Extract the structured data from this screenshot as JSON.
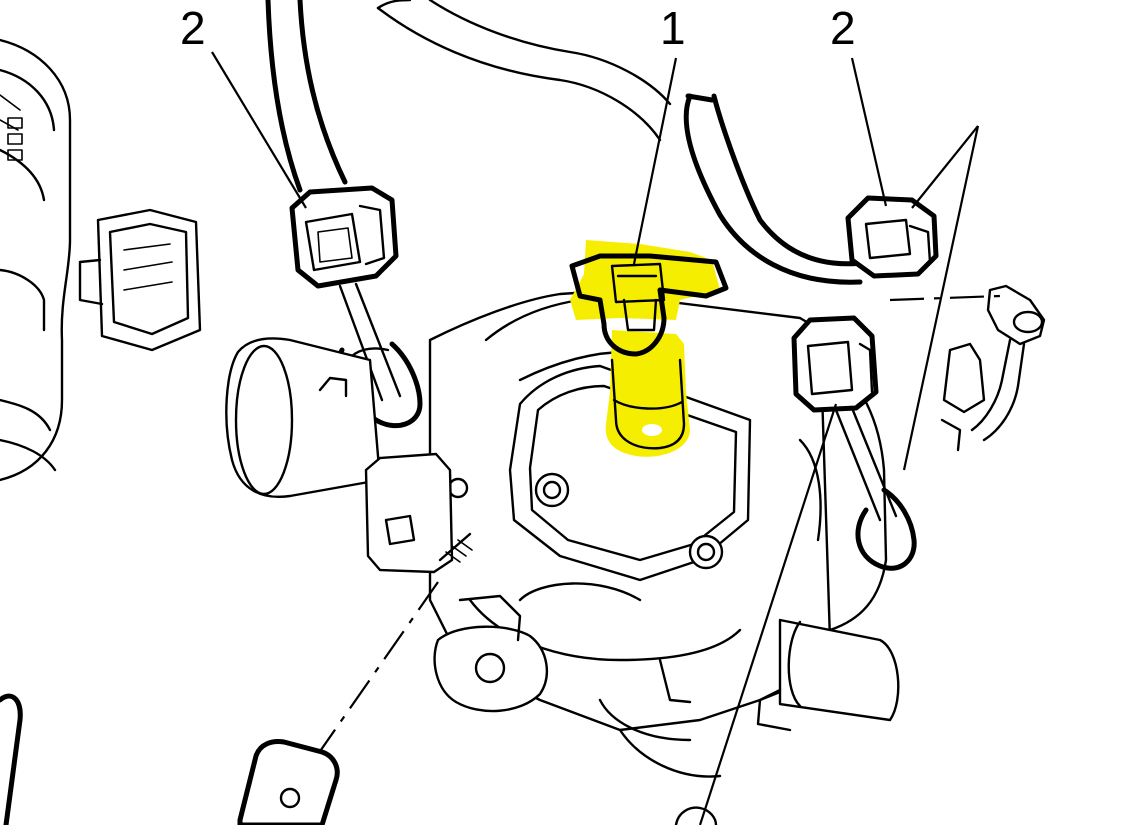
{
  "callouts": [
    {
      "label": "2"
    },
    {
      "label": "1"
    },
    {
      "label": "2"
    }
  ],
  "colors": {
    "highlight": "#f6ee00",
    "line": "#000000",
    "background": "#ffffff"
  }
}
